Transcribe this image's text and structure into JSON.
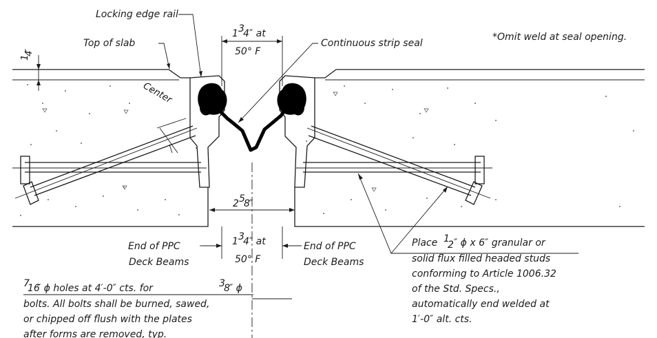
{
  "notes": {
    "omit_weld": "*Omit weld at seal opening."
  },
  "labels": {
    "locking_edge_rail": "Locking edge rail",
    "top_of_slab": "Top of slab",
    "quarter_inch_a": "1",
    "quarter_inch_b": "4",
    "quarter_inch_c": "″",
    "center": "Center",
    "continuous_strip_seal": "Continuous strip seal",
    "dim_top_a": "1",
    "dim_top_b": "3",
    "dim_top_c": "4",
    "dim_top_d": "″ at",
    "dim_top_temp": "50° F",
    "dim_mid_a": "2",
    "dim_mid_b": "5",
    "dim_mid_c": "8",
    "dim_mid_d": "″",
    "dim_bot_a": "1",
    "dim_bot_b": "3",
    "dim_bot_c": "4",
    "dim_bot_d": "″ at",
    "dim_bot_temp": "50° F",
    "end_ppc_left_1": "End of PPC",
    "end_ppc_left_2": "Deck Beams",
    "end_ppc_right_1": "End of PPC",
    "end_ppc_right_2": "Deck Beams"
  },
  "note_holes": {
    "l1_a": "7",
    "l1_b": "16",
    "l1_c": "″ ϕ holes at 4′-0″ cts. for ",
    "l1_d": "3",
    "l1_e": "8",
    "l1_f": "″ ϕ",
    "l2": "bolts. All bolts shall be burned, sawed,",
    "l3": "or chipped off flush with the plates",
    "l4": "after forms are removed, typ."
  },
  "note_studs": {
    "l1_a": "Place ",
    "l1_b": "1",
    "l1_c": "2",
    "l1_d": "″ ϕ x 6″ granular or",
    "l2": "solid flux filled headed studs",
    "l3": "conforming to Article 1006.32",
    "l4": "of the Std. Specs.,",
    "l5": "automatically end welded at",
    "l6": "1′-0″ alt. cts."
  }
}
